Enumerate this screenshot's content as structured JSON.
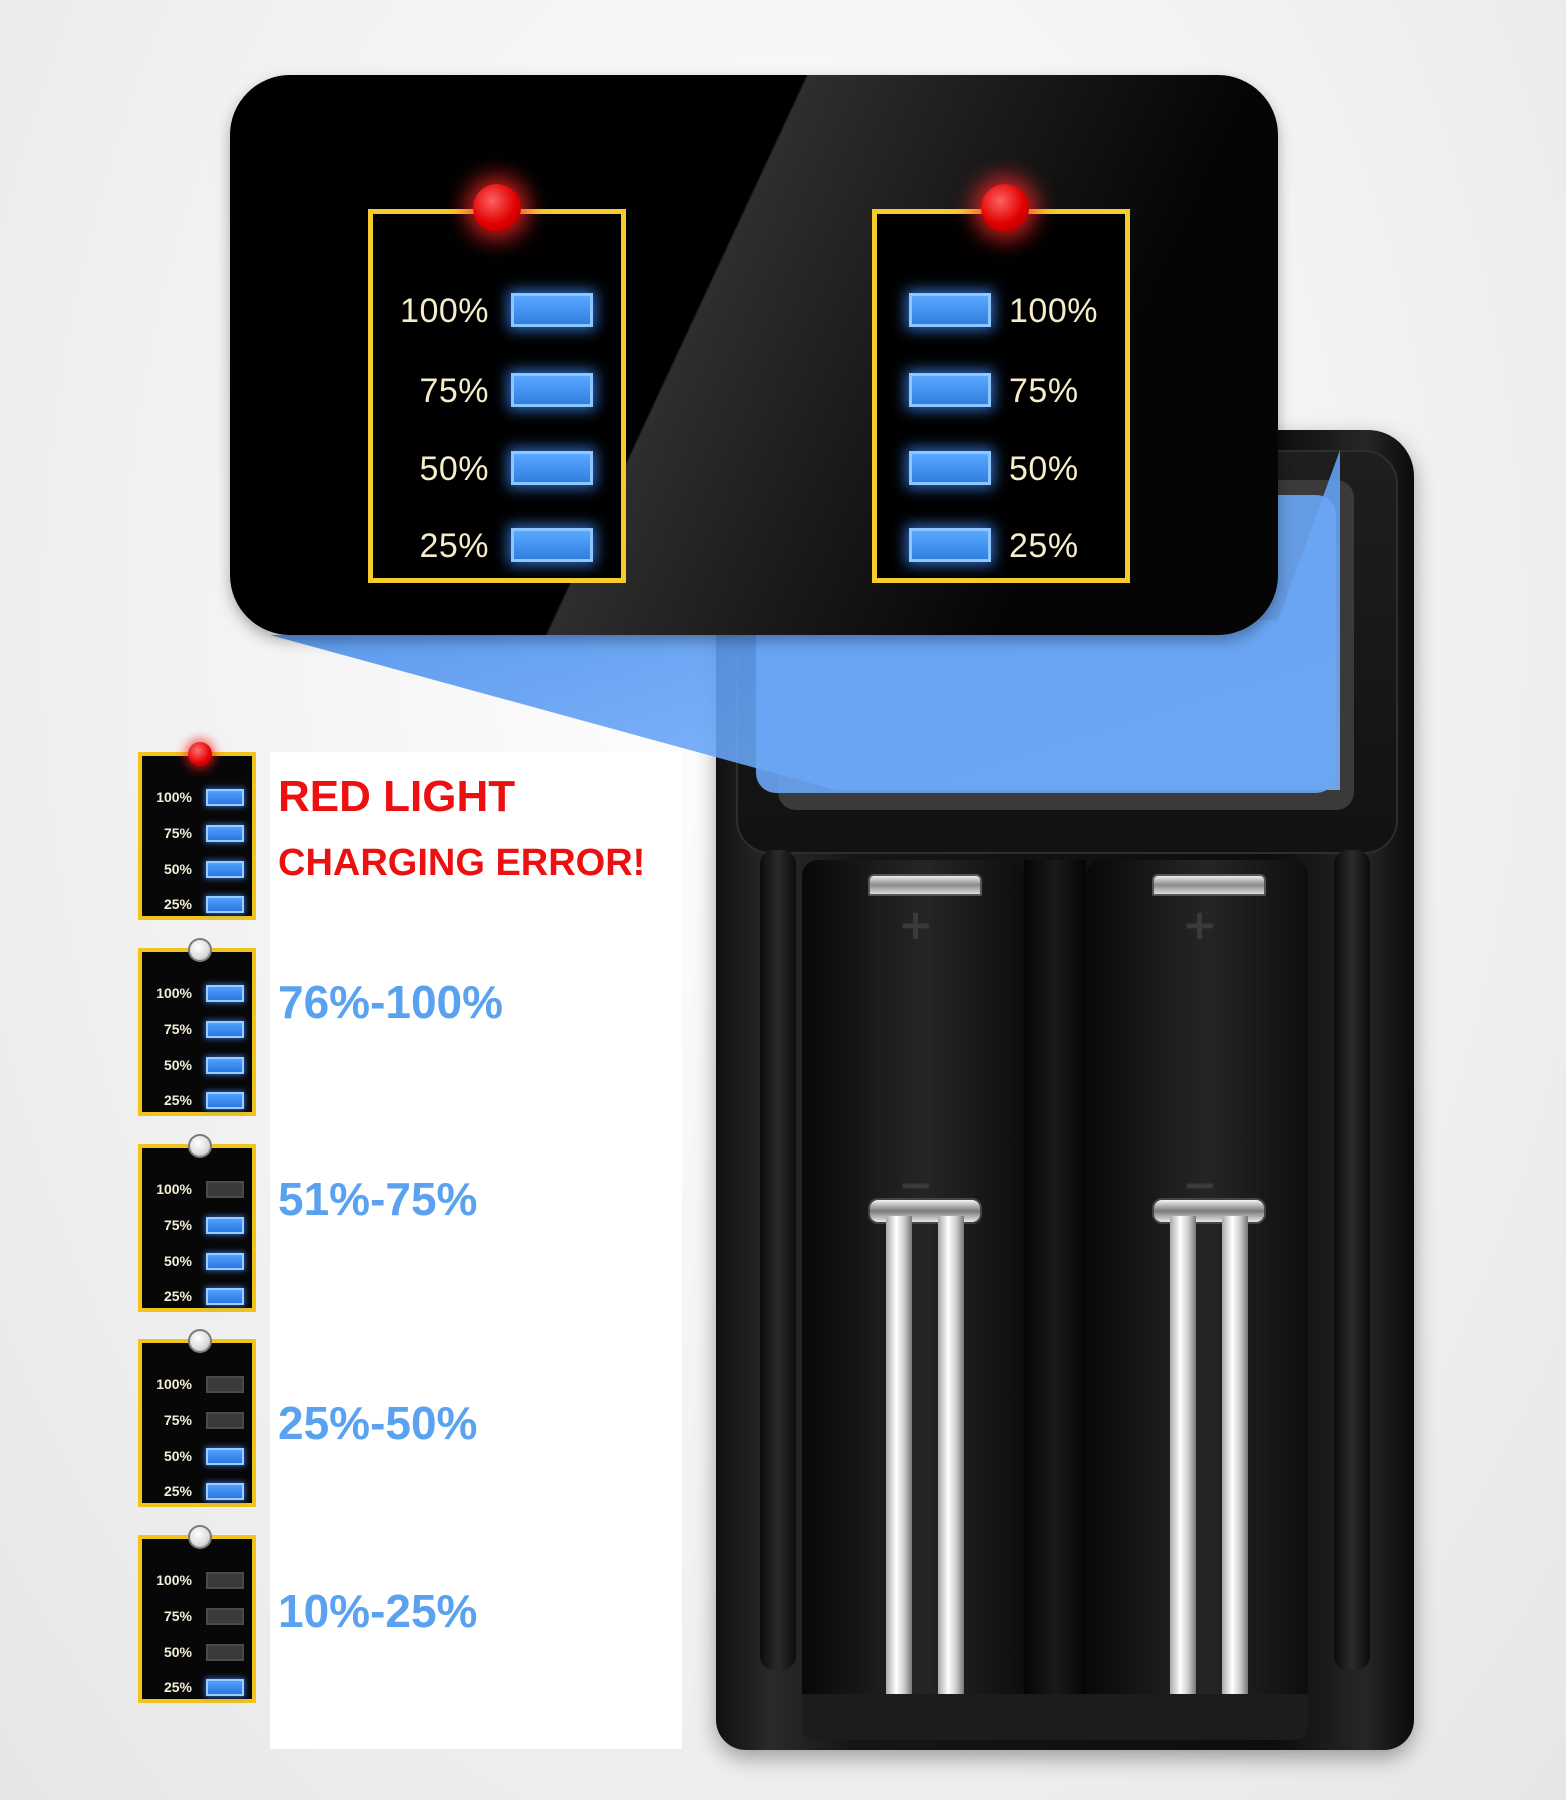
{
  "zoom_display": {
    "panels": [
      {
        "side": "left",
        "led": "red",
        "levels": [
          {
            "label": "100%",
            "lit": true
          },
          {
            "label": "75%",
            "lit": true
          },
          {
            "label": "50%",
            "lit": true
          },
          {
            "label": "25%",
            "lit": true
          }
        ]
      },
      {
        "side": "right",
        "led": "red",
        "levels": [
          {
            "label": "100%",
            "lit": true
          },
          {
            "label": "75%",
            "lit": true
          },
          {
            "label": "50%",
            "lit": true
          },
          {
            "label": "25%",
            "lit": true
          }
        ]
      }
    ]
  },
  "legend": {
    "level_labels": [
      "100%",
      "75%",
      "50%",
      "25%"
    ],
    "items": [
      {
        "led": "red",
        "lit": [
          true,
          true,
          true,
          true
        ],
        "text_lines": [
          "RED LIGHT",
          "CHARGING ERROR!"
        ],
        "style": "error"
      },
      {
        "led": "white",
        "lit": [
          true,
          true,
          true,
          true
        ],
        "text_lines": [
          "76%-100%"
        ],
        "style": "range"
      },
      {
        "led": "white",
        "lit": [
          false,
          true,
          true,
          true
        ],
        "text_lines": [
          "51%-75%"
        ],
        "style": "range"
      },
      {
        "led": "white",
        "lit": [
          false,
          false,
          true,
          true
        ],
        "text_lines": [
          "25%-50%"
        ],
        "style": "range"
      },
      {
        "led": "white",
        "lit": [
          false,
          false,
          false,
          true
        ],
        "text_lines": [
          "10%-25%"
        ],
        "style": "range"
      }
    ]
  },
  "charger": {
    "terminal_marks": {
      "positive": "+",
      "negative": "−"
    },
    "slot_count": 2
  },
  "colors": {
    "indicator_blue": "#3a8cf0",
    "led_red": "#e00000",
    "frame_yellow": "#f5cc2b",
    "range_text": "#5aa2f0",
    "error_text": "#ec1010"
  }
}
